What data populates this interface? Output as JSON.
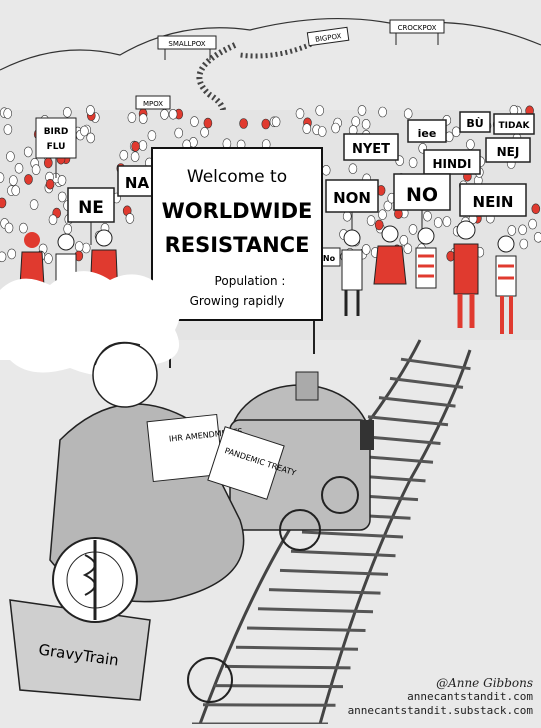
{
  "mountain_signs": [
    "SMALLPOX",
    "BIGPOX",
    "CROCKPOX",
    "MPOX",
    "BIRD FLU"
  ],
  "welcome_sign": {
    "line1": "Welcome to",
    "line2": "WORLDWIDE",
    "line3": "RESISTANCE",
    "line4": "Population :",
    "line5": "Growing rapidly"
  },
  "crowd_signs": [
    "NE",
    "NA",
    "NYET",
    "iee",
    "BÙ",
    "TIDAK",
    "HINDI",
    "NEJ",
    "NON",
    "NO",
    "NEIN",
    "No"
  ],
  "documents": {
    "ihr": "IHR AMENDMENTS",
    "treaty": "PANDEMIC TREATY"
  },
  "train_label": "GravyTrain",
  "credits": {
    "signature": "@Anne Gibbons",
    "site1": "annecantstandit.com",
    "site2": "annecantstandit.substack.com"
  },
  "colors": {
    "accent_red": "#e03a2f",
    "ink": "#1a1a1a",
    "background": "#e9e9e9"
  }
}
